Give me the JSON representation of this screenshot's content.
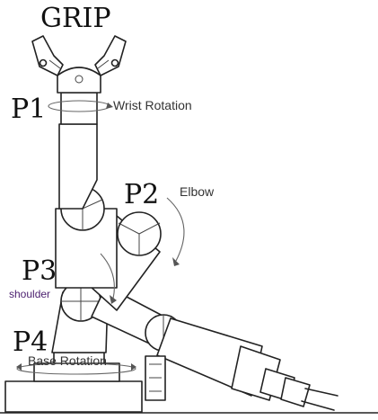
{
  "labels": {
    "grip": "GRIP",
    "p1": "P1",
    "p2": "P2",
    "p3": "P3",
    "p4": "P4",
    "wrist_rotation": "Wrist Rotation",
    "elbow": "Elbow",
    "shoulder": "shoulder",
    "base_rotation": "Base Rotation"
  },
  "colors": {
    "ink": "#222222",
    "annotation_text": "#333333",
    "shoulder_text": "#4a1e6e",
    "background": "#ffffff"
  }
}
